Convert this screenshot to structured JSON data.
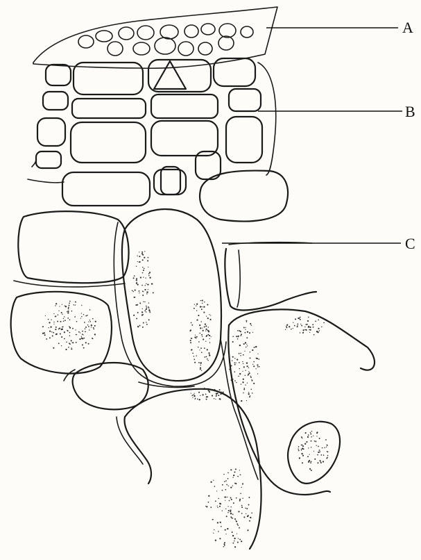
{
  "figure": {
    "labels": {
      "a": "A",
      "b": "B",
      "c": "C"
    },
    "colors": {
      "ink": "#1a1a1a",
      "paper": "#fdfcf8"
    }
  }
}
